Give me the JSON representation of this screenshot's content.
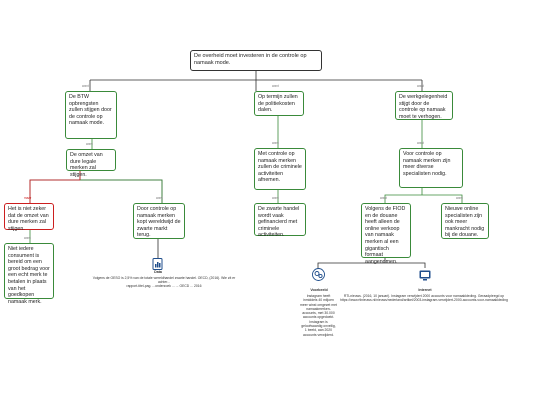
{
  "colors": {
    "pro": "#3a8a3a",
    "con": "#cc1f1f",
    "line": "#2e2e2e",
    "icon": "#1f4e8c"
  },
  "root": {
    "text": "De overheid moet investeren in de controle op namaak mode."
  },
  "nodes": {
    "btw": {
      "label": "want",
      "text": "De BTW opbrengsten zullen stijgen door de controle op namaak mode."
    },
    "politie": {
      "label": "want",
      "text": "Op termijn zullen de politiekosten dalen."
    },
    "werkgelegenheid": {
      "label": "want",
      "text": "De werkgelegenheid stijgt door de controle op namaak moet te verhogen."
    },
    "omzet": {
      "label": "want",
      "text": "De omzet van dure legale merken zal stijgen."
    },
    "controle_criminele": {
      "label": "want",
      "text": "Met controle op namaak merken zullen de criminele activiteiten afnemen."
    },
    "specialisten": {
      "label": "want",
      "text": "Voor controle op namaak merken zijn meer diverse specialisten nodig."
    },
    "niet_zeker": {
      "label": "maar",
      "text": "Het is niet zeker dat de omzet van dure merken zal stijgen."
    },
    "oecd": {
      "label": "want",
      "text": "Door controle op namaak merken kopt wereldwijd de zwarte markt terug."
    },
    "zwarte_handel": {
      "label": "want",
      "text": "De zwarte handel wordt vaak gefinancierd met criminele activiteiten."
    },
    "fiod": {
      "label": "want",
      "text": "Volgens de FIOD en de douane heeft alleen de online verkoop van namaak merken al een gigantisch formaat aangenomen."
    },
    "nieuwe": {
      "label": "want",
      "text": "Nieuwe online specialisten zijn ook meer mankracht nodig bij de douane."
    },
    "consument": {
      "label": "want",
      "text": "Niet iedere consument is bereid om een groot bedrag voor een echt merk te betalen in plaats van het goedkopen namaak merk."
    }
  },
  "sources": {
    "data": {
      "caption": "Data",
      "text": "Volgens de OESO is 2,5% van de totale wereldhandel zwarte handel. OECD, (2016). Wie zit er achter...",
      "ref": "rapport-titel-pag. ...onderzoek ... ... OECD ... 2016"
    },
    "voorbeeld": {
      "caption": "Voorbeeld",
      "text": "Instagram heeft inmiddels 40 miljoen meer winst omgezet met namaakmerken-accounts, met 30.000 accounts opgedoekt. Instagram is geloofwaardig onveilig, 1 beeld, aan 2020 accounts verwijderd."
    },
    "internet": {
      "caption": "Internet",
      "text": "RTLnieuws. (2016, 10 januari). Instagram verwijdert 2000 accounts voor namaakkleding. Geraadpleegd op https://www.rtlnieuws.nl/nieuws/nederland/artikel/2003-instagram-verwijdert-2000-accounts-voor-namaakkleding"
    }
  }
}
